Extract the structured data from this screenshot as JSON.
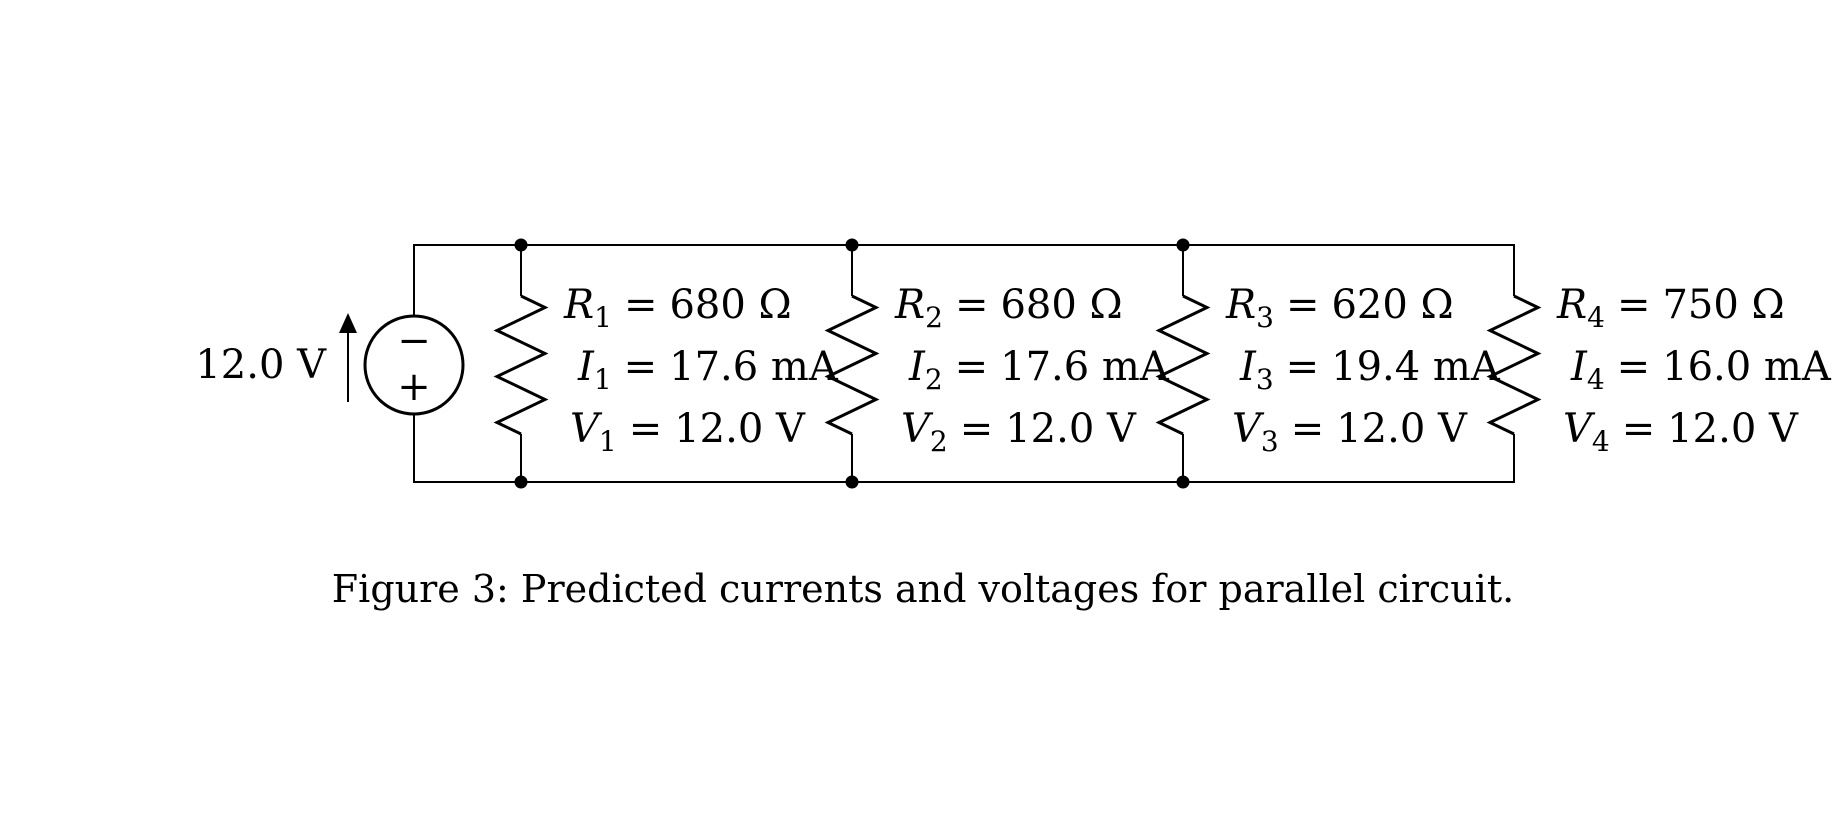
{
  "source": {
    "voltage_label": "12.0 V",
    "minus_sign": "−",
    "plus_sign": "+"
  },
  "branches": [
    {
      "r_sym": "R",
      "i_sym": "I",
      "v_sym": "V",
      "index": "1",
      "eq": "=",
      "r_val": "680 Ω",
      "i_val": "17.6 mA",
      "v_val": "12.0 V"
    },
    {
      "r_sym": "R",
      "i_sym": "I",
      "v_sym": "V",
      "index": "2",
      "eq": "=",
      "r_val": "680 Ω",
      "i_val": "17.6 mA",
      "v_val": "12.0 V"
    },
    {
      "r_sym": "R",
      "i_sym": "I",
      "v_sym": "V",
      "index": "3",
      "eq": "=",
      "r_val": "620 Ω",
      "i_val": "19.4 mA",
      "v_val": "12.0 V"
    },
    {
      "r_sym": "R",
      "i_sym": "I",
      "v_sym": "V",
      "index": "4",
      "eq": "=",
      "r_val": "750 Ω",
      "i_val": "16.0 mA",
      "v_val": "12.0 V"
    }
  ],
  "caption": "Figure 3: Predicted currents and voltages for parallel circuit."
}
